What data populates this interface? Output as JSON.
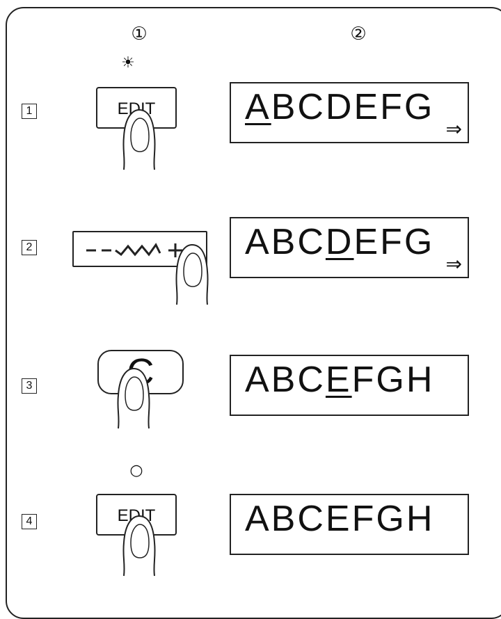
{
  "headers": {
    "col1": "①",
    "col2": "②"
  },
  "steps": [
    {
      "number": "1",
      "indicator": "☀",
      "button_label": "EDIT",
      "display": {
        "before": "",
        "cursor": "A",
        "after": "BCDEFG",
        "scroll_arrow": "⇒"
      }
    },
    {
      "number": "2",
      "button_label": "−〰+",
      "display": {
        "before": "ABC",
        "cursor": "D",
        "after": "EFG",
        "scroll_arrow": "⇒"
      }
    },
    {
      "number": "3",
      "button_label": "C",
      "display": {
        "before": "ABC",
        "cursor": "E",
        "after": "FGH"
      }
    },
    {
      "number": "4",
      "indicator": "○",
      "button_label": "EDIT",
      "display": {
        "before": "ABCEFGH",
        "cursor": "",
        "after": ""
      }
    }
  ]
}
